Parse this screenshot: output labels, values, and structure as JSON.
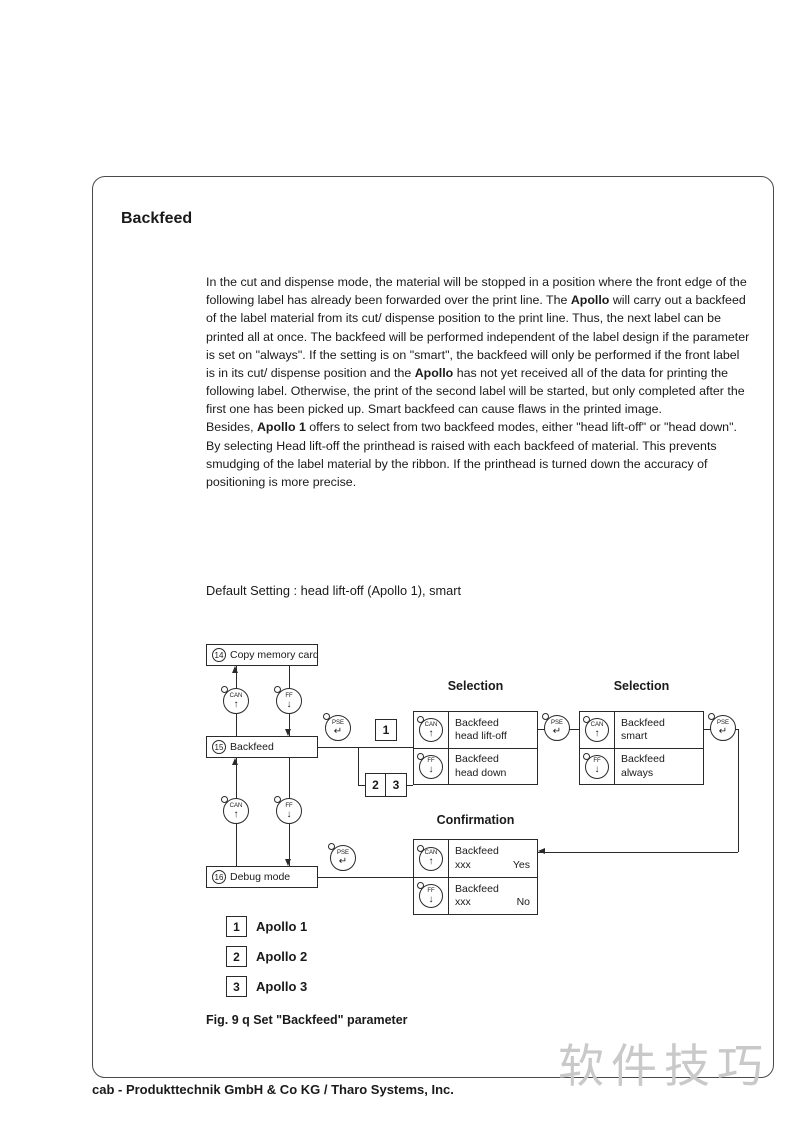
{
  "page": {
    "title": "Backfeed",
    "paragraph1": [
      {
        "text": "In the cut and dispense mode, the material will be stopped in a position where the front edge of the following label has already been forwarded over the print line.  The "
      },
      {
        "text": "Apollo",
        "bold": true
      },
      {
        "text": " will carry out a backfeed of the label material from its cut/ dispense position to the print line.  Thus, the next label can be printed all at once. The backfeed will be performed independent of the label design if the parameter is set on \"always\".  If the setting is on \"smart\", the backfeed will only be performed if the front label is in its cut/ dispense position and the "
      },
      {
        "text": "Apollo",
        "bold": true
      },
      {
        "text": " has not yet received all of the data for printing the following label.  Otherwise, the print of the second label will be started, but only completed after the first one has been picked up.  Smart backfeed can cause flaws in the printed image."
      }
    ],
    "paragraph2": [
      {
        "text": "Besides, "
      },
      {
        "text": "Apollo 1",
        "bold": true
      },
      {
        "text": " offers to select from two backfeed modes, either \"head lift-off\" or \"head down\".  By selecting Head lift-off the printhead is raised with each backfeed of material.  This prevents smudging of the label material by the ribbon.  If the printhead is turned down the accuracy of positioning is more precise."
      }
    ],
    "default_setting": "Default Setting : head lift-off (Apollo 1), smart",
    "figure_caption": "Fig. 9 q  Set \"Backfeed\" parameter",
    "footer": "cab - Produkttechnik GmbH & Co KG / Tharo Systems, Inc.",
    "watermark": "软件技巧"
  },
  "diagram": {
    "menu14": {
      "number": "14",
      "label": "Copy memory card"
    },
    "menu15": {
      "number": "15",
      "label": "Backfeed"
    },
    "menu16": {
      "number": "16",
      "label": "Debug mode"
    },
    "headers": {
      "selection1": "Selection",
      "selection2": "Selection",
      "confirmation": "Confirmation"
    },
    "keys": {
      "can": "CAN",
      "ff": "FF",
      "pse": "PSE",
      "up_arrow": "↑",
      "down_arrow": "↓",
      "enter_arrow": "↵"
    },
    "apollo1": "1",
    "apollo2_3": [
      "2",
      "3"
    ],
    "selection1": {
      "rows": [
        {
          "line1": "Backfeed",
          "line2": "head lift-off"
        },
        {
          "line1": "Backfeed",
          "line2": "head down"
        }
      ]
    },
    "selection2": {
      "rows": [
        {
          "line1": "Backfeed",
          "line2": "smart"
        },
        {
          "line1": "Backfeed",
          "line2": "always"
        }
      ]
    },
    "confirmation": {
      "rows": [
        {
          "line1": "Backfeed",
          "line2": "xxx",
          "answer": "Yes"
        },
        {
          "line1": "Backfeed",
          "line2": "xxx",
          "answer": "No"
        }
      ]
    },
    "legend": [
      {
        "number": "1",
        "label": "Apollo 1"
      },
      {
        "number": "2",
        "label": "Apollo 2"
      },
      {
        "number": "3",
        "label": "Apollo 3"
      }
    ]
  }
}
